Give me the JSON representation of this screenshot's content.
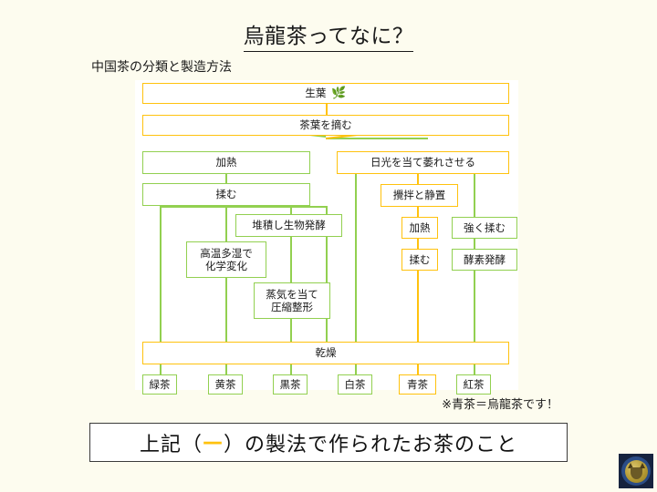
{
  "slide": {
    "title": "烏龍茶ってなに？",
    "subtitle": "中国茶の分類と製造方法",
    "footnote": "※青茶＝烏龍茶です！",
    "conclusion_prefix": "上記（",
    "conclusion_dash": "—",
    "conclusion_suffix": "）の製法で作られたお茶のこと",
    "leaf_icon": "🌿"
  },
  "colors": {
    "green": "#92D050",
    "gold": "#FFC20E",
    "page_background": "#FDFCEF",
    "panel_background": "#FFFFFF",
    "text": "#1A1A1A"
  },
  "flowchart": {
    "nodes": {
      "raw_leaf": "生葉",
      "pick_leaves": "茶葉を摘む",
      "heat_left": "加熱",
      "knead_left": "揉む",
      "sun_wither": "日光を当て萎れさせる",
      "stir_rest": "攪拌と静置",
      "pile_ferment": "堆積し生物発酵",
      "hot_humid": "高温多湿で\n化学変化",
      "steam_press": "蒸気を当て\n圧縮整形",
      "heat_right": "加熱",
      "knead_right": "揉む",
      "strong_knead": "強く揉む",
      "enzyme_ferment": "酵素発酵",
      "dry": "乾燥"
    },
    "teas": [
      {
        "name": "緑茶",
        "color": "green"
      },
      {
        "name": "黄茶",
        "color": "green"
      },
      {
        "name": "黒茶",
        "color": "green"
      },
      {
        "name": "白茶",
        "color": "green"
      },
      {
        "name": "青茶",
        "color": "gold"
      },
      {
        "name": "紅茶",
        "color": "green"
      }
    ]
  }
}
